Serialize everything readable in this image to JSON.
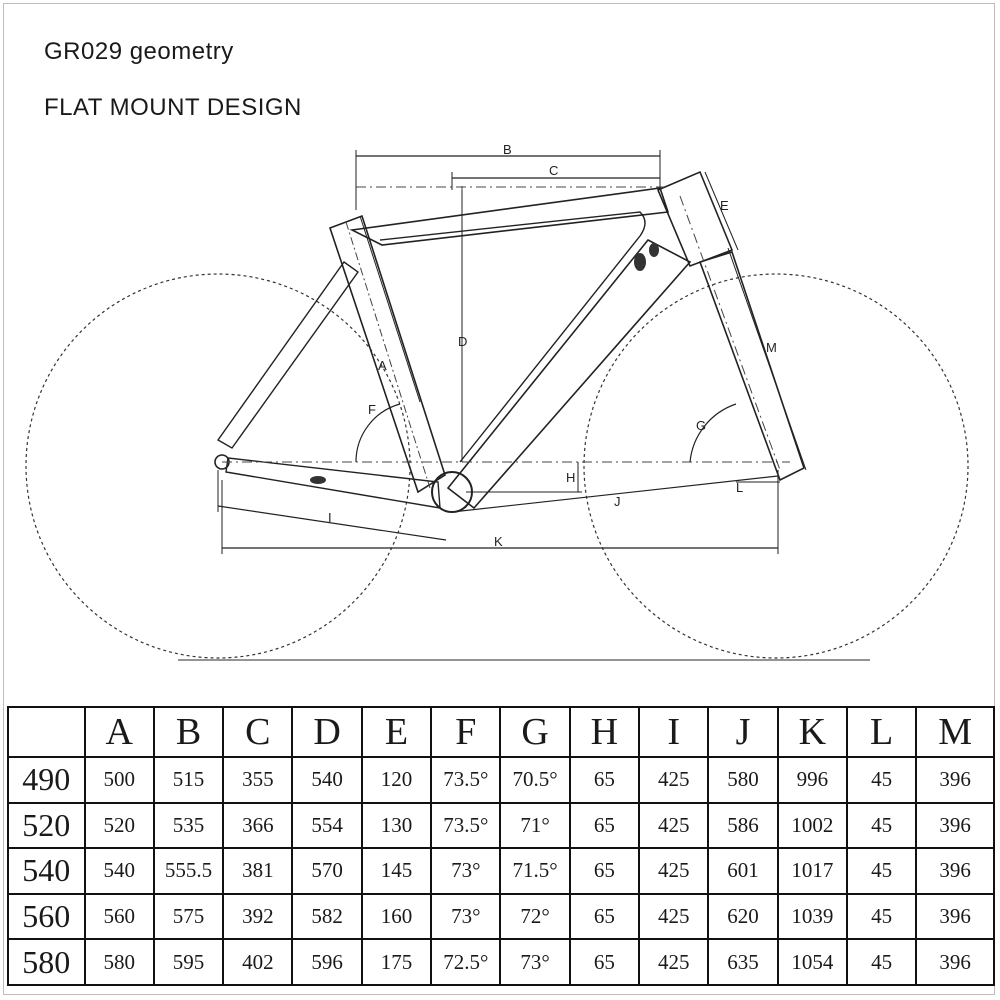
{
  "title": "GR029  geometry",
  "subtitle": "FLAT MOUNT DESIGN",
  "diagram": {
    "dimension_labels": [
      "A",
      "B",
      "C",
      "D",
      "E",
      "F",
      "G",
      "H",
      "I",
      "J",
      "K",
      "L",
      "M"
    ]
  },
  "table": {
    "columns": [
      "",
      "A",
      "B",
      "C",
      "D",
      "E",
      "F",
      "G",
      "H",
      "I",
      "J",
      "K",
      "L",
      "M"
    ],
    "rows": [
      [
        "490",
        "500",
        "515",
        "355",
        "540",
        "120",
        "73.5°",
        "70.5°",
        "65",
        "425",
        "580",
        "996",
        "45",
        "396"
      ],
      [
        "520",
        "520",
        "535",
        "366",
        "554",
        "130",
        "73.5°",
        "71°",
        "65",
        "425",
        "586",
        "1002",
        "45",
        "396"
      ],
      [
        "540",
        "540",
        "555.5",
        "381",
        "570",
        "145",
        "73°",
        "71.5°",
        "65",
        "425",
        "601",
        "1017",
        "45",
        "396"
      ],
      [
        "560",
        "560",
        "575",
        "392",
        "582",
        "160",
        "73°",
        "72°",
        "65",
        "425",
        "620",
        "1039",
        "45",
        "396"
      ],
      [
        "580",
        "580",
        "595",
        "402",
        "596",
        "175",
        "72.5°",
        "73°",
        "65",
        "425",
        "635",
        "1054",
        "45",
        "396"
      ]
    ]
  }
}
